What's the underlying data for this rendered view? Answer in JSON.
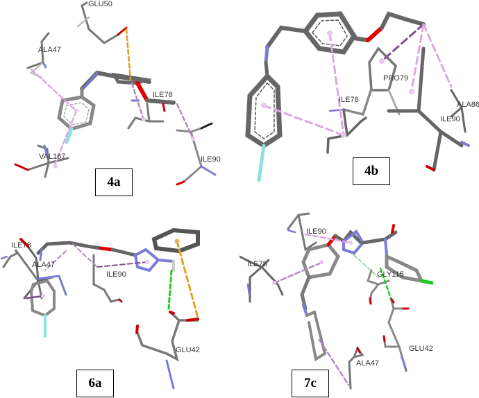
{
  "panels": [
    {
      "id": "4a",
      "label": "4a",
      "residues": [
        "GLU50",
        "ALA47",
        "ILE78",
        "VAL167",
        "ILE90"
      ]
    },
    {
      "id": "4b",
      "label": "4b",
      "residues": [
        "PRO79",
        "ILE78",
        "ALA86",
        "ILE90"
      ]
    },
    {
      "id": "6a",
      "label": "6a",
      "residues": [
        "ILE78",
        "ALA47",
        "ILE90",
        "GLU42"
      ]
    },
    {
      "id": "7c",
      "label": "7c",
      "residues": [
        "ILE90",
        "ILE78",
        "GLY115",
        "GLU42",
        "ALA47"
      ]
    }
  ],
  "colors": {
    "carbon": "#6e6e6e",
    "carbon_light": "#b0b0b0",
    "nitrogen": "#7a7ad8",
    "oxygen": "#e00000",
    "fluorine": "#8fe0e0",
    "chlorine": "#22cc22",
    "pi_alkyl": "#dba8e0",
    "pi_sigma": "#7b4f8c",
    "pi_anion": "#e0a020",
    "h_bond": "#22cc22",
    "carbon_h_bond": "#9ad69a"
  }
}
